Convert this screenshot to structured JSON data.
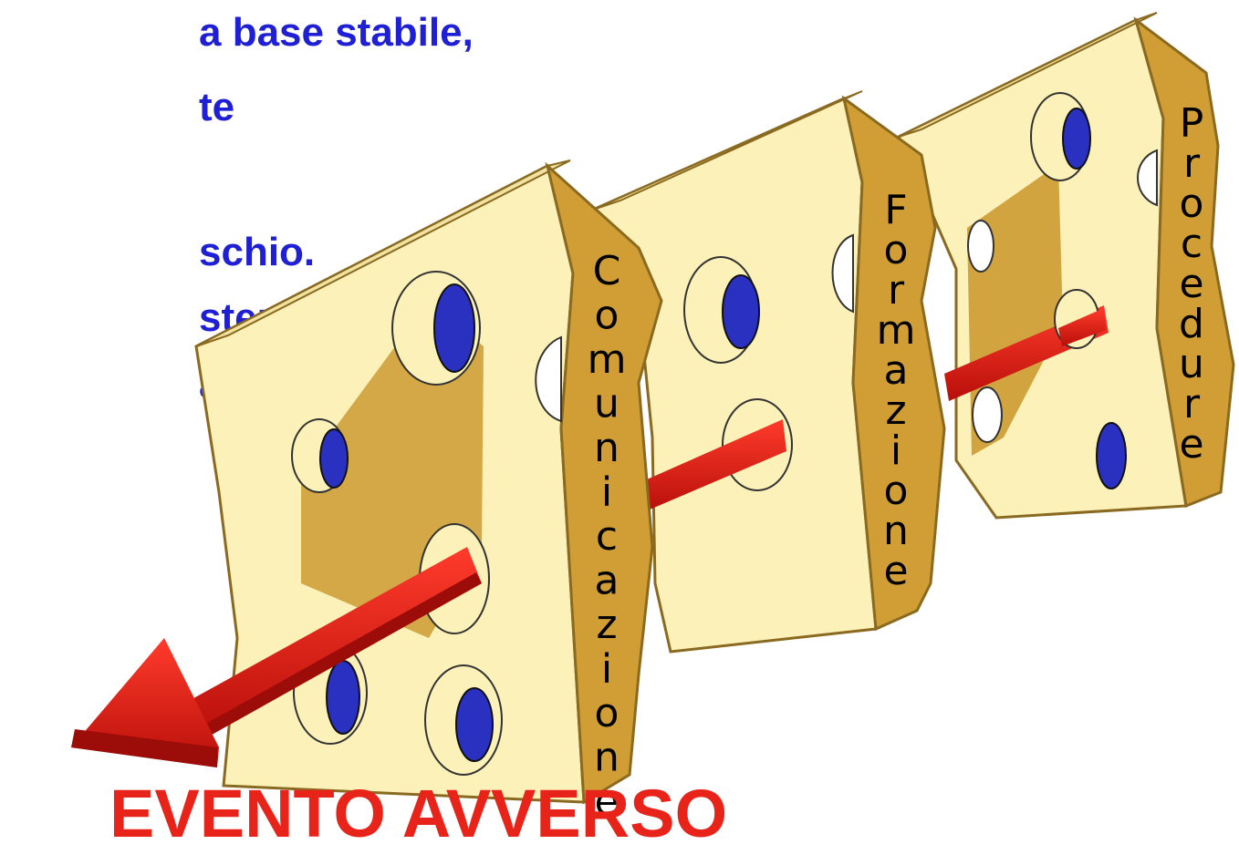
{
  "background_text": [
    "a base stabile,",
    "te",
    "schio.",
    "stema di",
    "aziente"
  ],
  "slices": [
    {
      "label": "Comunicazione"
    },
    {
      "label": "Formazione"
    },
    {
      "label": "Procedure"
    }
  ],
  "outcome_label": "EVENTO AVVERSO",
  "colors": {
    "text_blue": "#1f1fd6",
    "cheese_face": "#fbf1b9",
    "cheese_side": "#d19e36",
    "hole_blue": "#2a30c0",
    "arrow_red": "#e8231a",
    "outcome_red": "#e8231a"
  }
}
